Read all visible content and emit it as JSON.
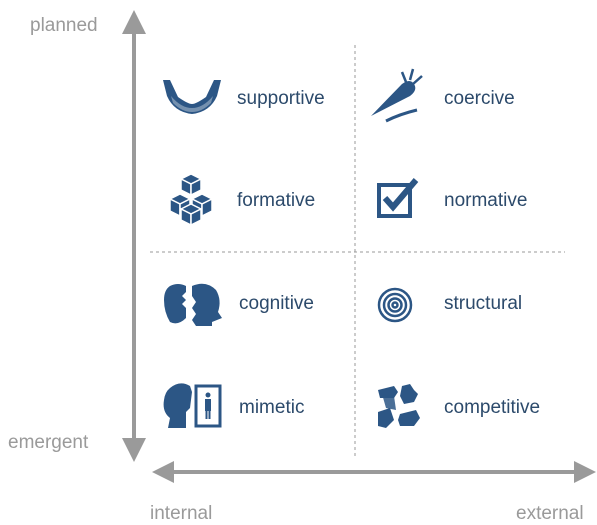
{
  "axes": {
    "y_top": "planned",
    "y_bottom": "emergent",
    "x_left": "internal",
    "x_right": "external"
  },
  "items": {
    "supportive": {
      "label": "supportive",
      "icon": "hands-icon"
    },
    "coercive": {
      "label": "coercive",
      "icon": "carrot-and-stick-icon"
    },
    "formative": {
      "label": "formative",
      "icon": "cubes-icon"
    },
    "normative": {
      "label": "normative",
      "icon": "checkbox-icon"
    },
    "cognitive": {
      "label": "cognitive",
      "icon": "heads-facing-icon"
    },
    "structural": {
      "label": "structural",
      "icon": "concentric-circles-icon"
    },
    "mimetic": {
      "label": "mimetic",
      "icon": "head-mirror-icon"
    },
    "competitive": {
      "label": "competitive",
      "icon": "hands-grabbing-icon"
    }
  },
  "colors": {
    "axis": "#9a9a9a",
    "icon": "#2c5685",
    "label": "#2c4a6b",
    "divider": "#9a9a9a"
  }
}
